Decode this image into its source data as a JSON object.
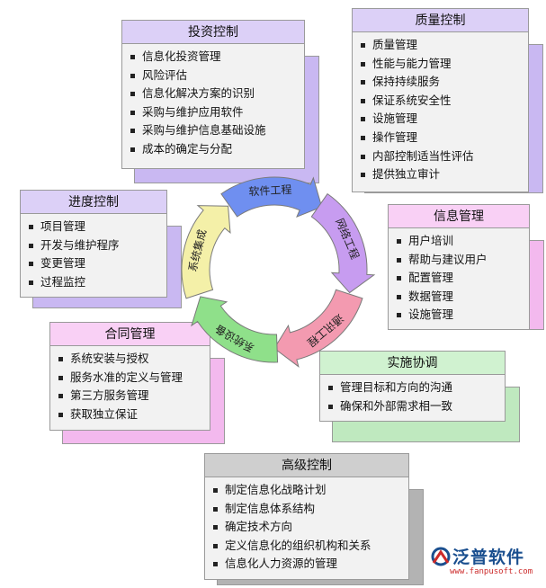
{
  "boxes": {
    "investment": {
      "title": "投资控制",
      "items": [
        "信息化投资管理",
        "风险评估",
        "信息化解决方案的识别",
        "采购与维护应用软件",
        "采购与维护信息基础设施",
        "成本的确定与分配"
      ]
    },
    "quality": {
      "title": "质量控制",
      "items": [
        "质量管理",
        "性能与能力管理",
        "保持持续服务",
        "保证系统安全性",
        "设施管理",
        "操作管理",
        "内部控制适当性评估",
        "提供独立审计"
      ]
    },
    "progress": {
      "title": "进度控制",
      "items": [
        "项目管理",
        "开发与维护程序",
        "变更管理",
        "过程监控"
      ]
    },
    "info": {
      "title": "信息管理",
      "items": [
        "用户培训",
        "帮助与建议用户",
        "配置管理",
        "数据管理",
        "设施管理"
      ]
    },
    "contract": {
      "title": "合同管理",
      "items": [
        "系统安装与授权",
        "服务水准的定义与管理",
        "第三方服务管理",
        "获取独立保证"
      ]
    },
    "implement": {
      "title": "实施协调",
      "items": [
        "管理目标和方向的沟通",
        "确保和外部需求相一致"
      ]
    },
    "senior": {
      "title": "高级控制",
      "items": [
        "制定信息化战略计划",
        "制定信息体系结构",
        "确定技术方向",
        "定义信息化的组织机构和关系",
        "信息化人力资源的管理"
      ]
    }
  },
  "cycle": {
    "segments": [
      {
        "label": "软件工程",
        "color": "#6f8ff0"
      },
      {
        "label": "网络工程",
        "color": "#c79cf0"
      },
      {
        "label": "通讯工程",
        "color": "#f39ab0"
      },
      {
        "label": "系统设备",
        "color": "#8fe08a"
      },
      {
        "label": "系统集成",
        "color": "#f4f0a8"
      }
    ]
  },
  "logo": {
    "name": "泛普软件",
    "url": "www.fanpusoft.com"
  }
}
